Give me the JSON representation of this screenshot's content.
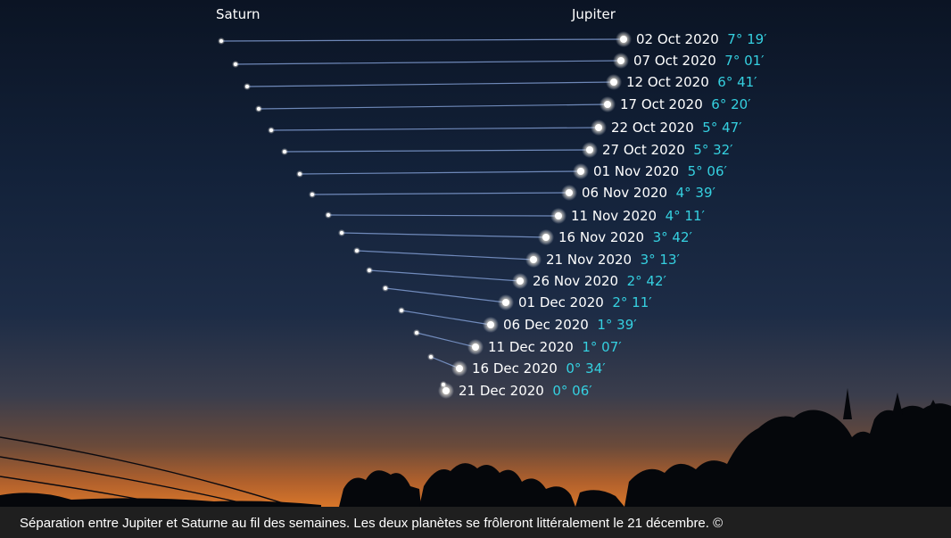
{
  "labels": {
    "saturn": "Saturn",
    "jupiter": "Jupiter"
  },
  "entries": [
    {
      "date": "02 Oct 2020",
      "separation": "7° 19′"
    },
    {
      "date": "07 Oct 2020",
      "separation": "7° 01′"
    },
    {
      "date": "12 Oct 2020",
      "separation": "6° 41′"
    },
    {
      "date": "17 Oct 2020",
      "separation": "6° 20′"
    },
    {
      "date": "22 Oct 2020",
      "separation": "5° 47′"
    },
    {
      "date": "27 Oct 2020",
      "separation": "5° 32′"
    },
    {
      "date": "01 Nov 2020",
      "separation": "5° 06′"
    },
    {
      "date": "06 Nov 2020",
      "separation": "4° 39′"
    },
    {
      "date": "11 Nov 2020",
      "separation": "4° 11′"
    },
    {
      "date": "16 Nov 2020",
      "separation": "3° 42′"
    },
    {
      "date": "21 Nov 2020",
      "separation": "3° 13′"
    },
    {
      "date": "26 Nov 2020",
      "separation": "2° 42′"
    },
    {
      "date": "01 Dec 2020",
      "separation": "2° 11′"
    },
    {
      "date": "06 Dec 2020",
      "separation": "1° 39′"
    },
    {
      "date": "11 Dec 2020",
      "separation": "1° 07′"
    },
    {
      "date": "16 Dec 2020",
      "separation": "0° 34′"
    },
    {
      "date": "21 Dec 2020",
      "separation": "0° 06′"
    }
  ],
  "caption": "Séparation entre Jupiter et Saturne au fil des semaines. Les deux planètes se frôleront littéralement le 21 décembre. ©",
  "colors": {
    "date_text": "#ffffff",
    "separation_text": "#35d0e0",
    "connector_line": "#7f9bd0",
    "caption_background": "#1f1f1f"
  }
}
